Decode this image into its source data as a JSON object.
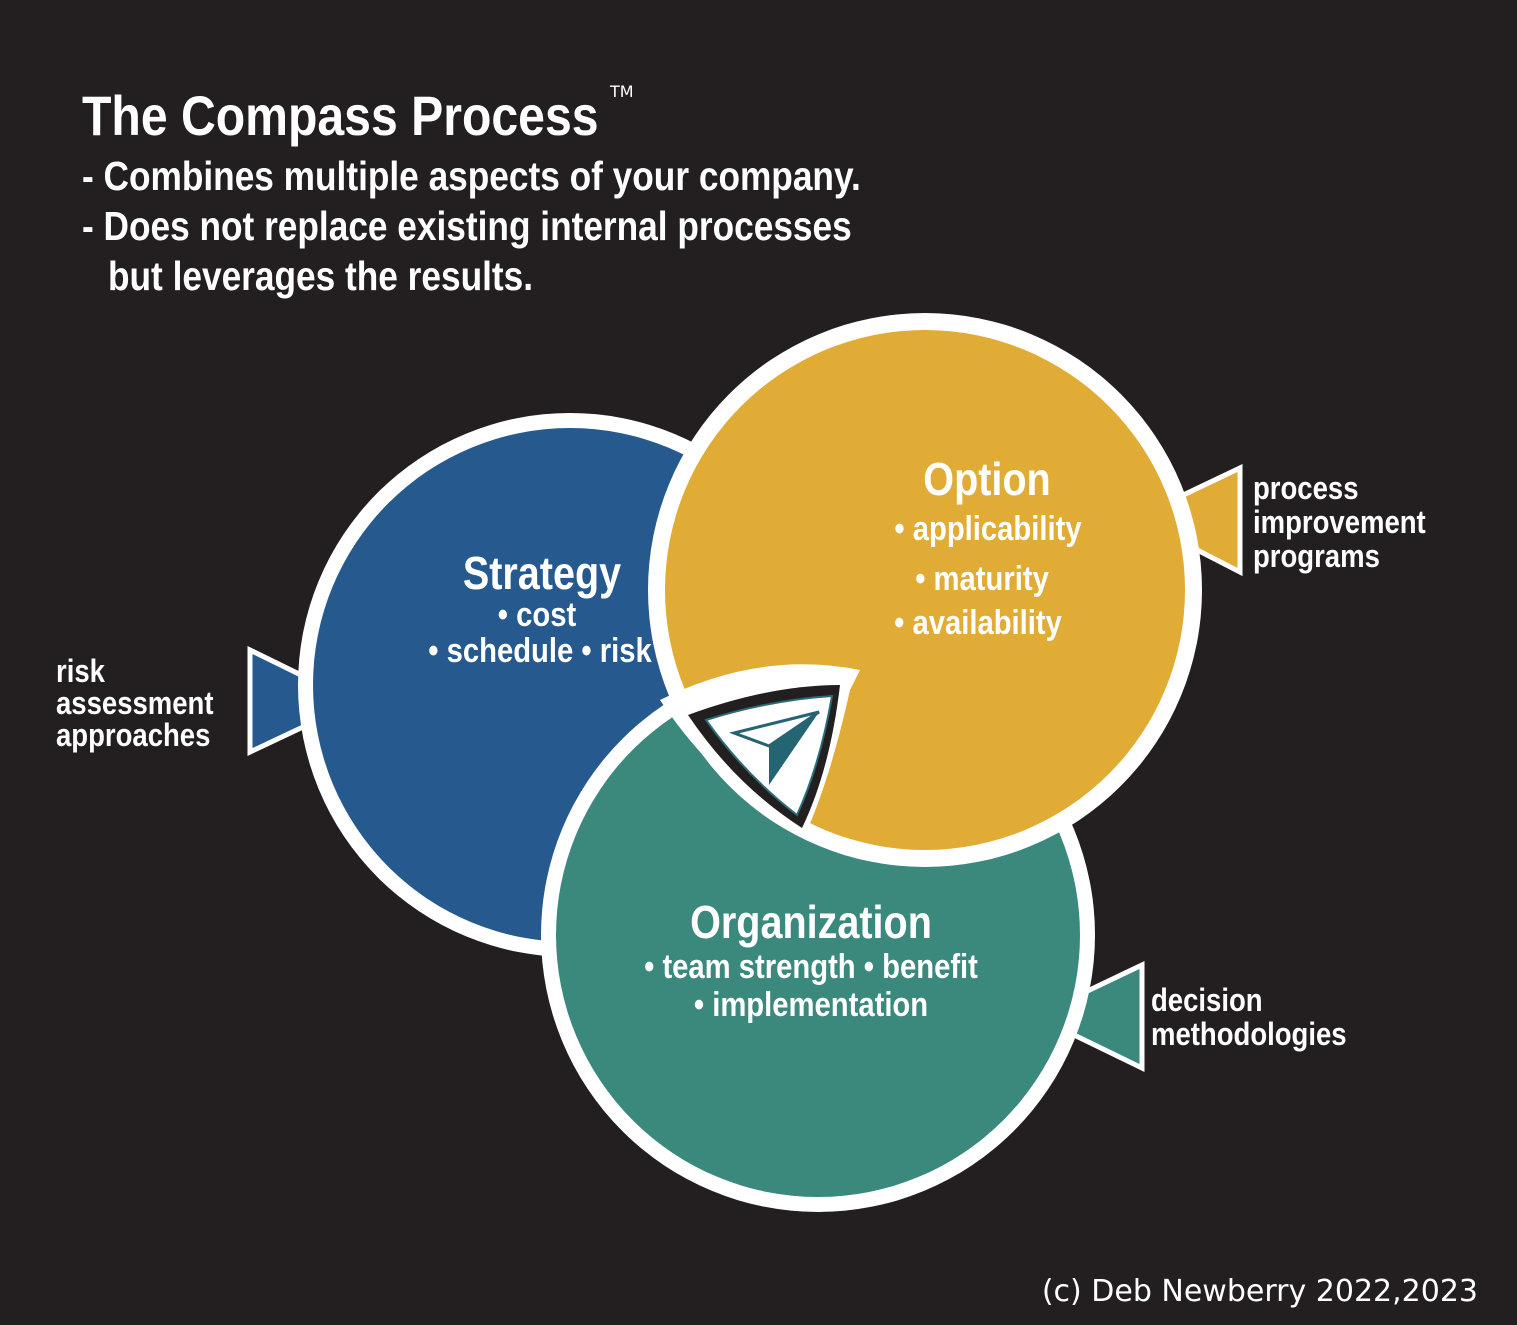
{
  "title": {
    "text": "The Compass Process",
    "trademark": "TM"
  },
  "subtitle": [
    "- Combines multiple aspects of your company.",
    "- Does not replace existing internal processes",
    "but leverages the results."
  ],
  "circles": {
    "strategy": {
      "title": "Strategy",
      "lines": [
        "• cost",
        "• schedule • risk"
      ],
      "color": "#265a8f"
    },
    "option": {
      "title": "Option",
      "lines": [
        "• applicability",
        "• maturity",
        "• availability"
      ],
      "color": "#e0ac36"
    },
    "organization": {
      "title": "Organization",
      "lines": [
        "• team strength • benefit",
        "• implementation"
      ],
      "color": "#3a897c"
    }
  },
  "inputs": {
    "left": [
      "risk",
      "assessment",
      "approaches"
    ],
    "right_top": [
      "process",
      "improvement",
      "programs"
    ],
    "right_bottom": [
      "decision",
      "methodologies"
    ]
  },
  "compass_icon": "compass-arrow-icon",
  "copyright": "(c) Deb Newberry 2022,2023"
}
